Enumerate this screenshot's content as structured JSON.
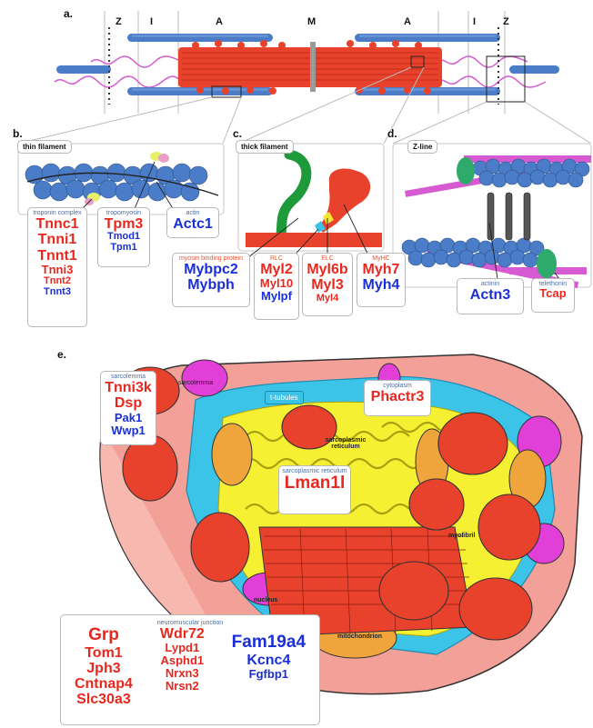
{
  "panel_labels": {
    "a": "a.",
    "b": "b.",
    "c": "c.",
    "d": "d.",
    "e": "e."
  },
  "sarcomere_bands": {
    "z1": "Z",
    "i1": "I",
    "a1": "A",
    "m": "M",
    "a2": "A",
    "i2": "I",
    "z2": "Z"
  },
  "thin_filament": {
    "title": "thin filament",
    "troponin": {
      "label": "troponin complex",
      "genes": [
        {
          "name": "Tnnc1",
          "color": "red",
          "size": "lg"
        },
        {
          "name": "Tnni1",
          "color": "red",
          "size": "lg"
        },
        {
          "name": "Tnnt1",
          "color": "red",
          "size": "lg"
        },
        {
          "name": "Tnni3",
          "color": "red",
          "size": "md"
        },
        {
          "name": "Tnnt2",
          "color": "red",
          "size": "sm"
        },
        {
          "name": "Tnnt3",
          "color": "blue",
          "size": "sm"
        }
      ]
    },
    "tropomyosin": {
      "label": "tropomyosin",
      "genes": [
        {
          "name": "Tpm3",
          "color": "red",
          "size": "lg"
        },
        {
          "name": "Tmod1",
          "color": "blue",
          "size": "sm"
        },
        {
          "name": "Tpm1",
          "color": "blue",
          "size": "sm"
        }
      ]
    },
    "actin": {
      "label": "actin",
      "genes": [
        {
          "name": "Actc1",
          "color": "blue",
          "size": "lg"
        }
      ]
    }
  },
  "thick_filament": {
    "title": "thick filament",
    "mybp": {
      "label": "myosin binding protein",
      "genes": [
        {
          "name": "Mybpc2",
          "color": "blue",
          "size": "lg"
        },
        {
          "name": "Mybph",
          "color": "blue",
          "size": "lg"
        }
      ]
    },
    "rlc": {
      "label": "RLC",
      "genes": [
        {
          "name": "Myl2",
          "color": "red",
          "size": "lg"
        },
        {
          "name": "Myl10",
          "color": "red",
          "size": "md"
        },
        {
          "name": "Mylpf",
          "color": "blue",
          "size": "md"
        }
      ]
    },
    "elc": {
      "label": "ELC",
      "genes": [
        {
          "name": "Myl6b",
          "color": "red",
          "size": "lg"
        },
        {
          "name": "Myl3",
          "color": "red",
          "size": "lg"
        },
        {
          "name": "Myl4",
          "color": "red",
          "size": "sm"
        }
      ]
    },
    "myhc": {
      "label": "MyHC",
      "genes": [
        {
          "name": "Myh7",
          "color": "red",
          "size": "lg"
        },
        {
          "name": "Myh4",
          "color": "blue",
          "size": "lg"
        }
      ]
    }
  },
  "z_line": {
    "title": "Z-line",
    "actinin": {
      "label": "actinin",
      "genes": [
        {
          "name": "Actn3",
          "color": "blue",
          "size": "lg"
        }
      ]
    },
    "telethonin": {
      "label": "telethonin",
      "genes": [
        {
          "name": "Tcap",
          "color": "red",
          "size": "md"
        }
      ]
    }
  },
  "cell": {
    "sarcolemma_box": {
      "label": "sarcolemma",
      "genes": [
        {
          "name": "Tnni3k",
          "color": "red",
          "size": "lg"
        },
        {
          "name": "Dsp",
          "color": "red",
          "size": "lg"
        },
        {
          "name": "Pak1",
          "color": "blue",
          "size": "md"
        },
        {
          "name": "Wwp1",
          "color": "blue",
          "size": "md"
        }
      ]
    },
    "cytoplasm_box": {
      "label": "cytoplasm",
      "genes": [
        {
          "name": "Phactr3",
          "color": "red",
          "size": "lg"
        }
      ]
    },
    "sr_box": {
      "label": "sarcoplasmic reticulum",
      "genes": [
        {
          "name": "Lman1l",
          "color": "red",
          "size": "xl"
        }
      ]
    },
    "structure_labels": {
      "sarcolemma": "sarcolemma",
      "t_tubules": "t-tubules",
      "sr": "sarcoplasmic reticulum",
      "myofibril": "myofibril",
      "nucleus": "nucleus",
      "mitochondrion": "mitochondrion"
    }
  },
  "nmj": {
    "label": "neuromuscular junction",
    "col1": [
      {
        "name": "Grp",
        "color": "red",
        "size": "xl"
      },
      {
        "name": "Tom1",
        "color": "red",
        "size": "lg"
      },
      {
        "name": "Jph3",
        "color": "red",
        "size": "lg"
      },
      {
        "name": "Cntnap4",
        "color": "red",
        "size": "lg"
      },
      {
        "name": "Slc30a3",
        "color": "red",
        "size": "lg"
      }
    ],
    "col2": [
      {
        "name": "Wdr72",
        "color": "red",
        "size": "lg"
      },
      {
        "name": "Lypd1",
        "color": "red",
        "size": "md"
      },
      {
        "name": "Asphd1",
        "color": "red",
        "size": "md"
      },
      {
        "name": "Nrxn3",
        "color": "red",
        "size": "md"
      },
      {
        "name": "Nrsn2",
        "color": "red",
        "size": "md"
      }
    ],
    "col3": [
      {
        "name": "Fam19a4",
        "color": "blue",
        "size": "xl"
      },
      {
        "name": "Kcnc4",
        "color": "blue",
        "size": "lg"
      },
      {
        "name": "Fgfbp1",
        "color": "blue",
        "size": "md"
      }
    ]
  },
  "colors": {
    "muscle_red": "#e8412c",
    "actin_blue": "#4a7cc7",
    "titin_pink": "#d65ad1",
    "tubule_cyan": "#3cc3e8",
    "sr_yellow": "#f5f032",
    "mito_orange": "#f0a53c",
    "upreg_red": "#e8281f",
    "downreg_blue": "#1a2fd8"
  }
}
